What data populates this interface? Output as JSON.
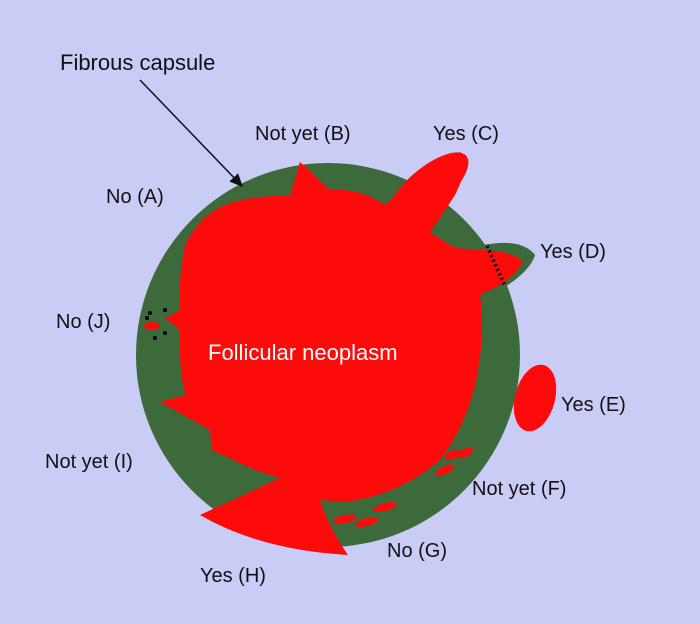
{
  "title_label": "Fibrous capsule",
  "center_label": "Follicular neoplasm",
  "labels": {
    "A": "No (A)",
    "B": "Not yet (B)",
    "C": "Yes (C)",
    "D": "Yes (D)",
    "E": "Yes (E)",
    "F": "Not yet (F)",
    "G": "No (G)",
    "H": "Yes (H)",
    "I": "Not yet (I)",
    "J": "No (J)"
  },
  "colors": {
    "background": "#c9cdf6",
    "capsule": "#3d6a3a",
    "neoplasm": "#ff0a0a"
  }
}
